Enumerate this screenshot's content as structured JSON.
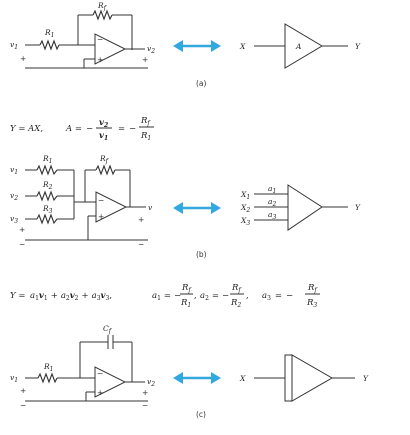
{
  "panel_a": {
    "caption": "(a)",
    "rf": "R",
    "rf_sub": "f",
    "r1": "R",
    "r1_sub": "1",
    "v1": "v",
    "v1_sub": "1",
    "v2": "v",
    "v2_sub": "2",
    "minus": "−",
    "plus": "+",
    "block_in": "X",
    "block_gain": "A",
    "block_out": "Y"
  },
  "eq_a": {
    "lhs": "Y = AX,",
    "a": "A =",
    "eq2": "=",
    "neg": "−",
    "v2": "v",
    "v2_sub": "2",
    "v1": "v",
    "v1_sub": "1",
    "rf": "R",
    "rf_sub": "f",
    "r1": "R",
    "r1_sub": "1"
  },
  "panel_b": {
    "caption": "(b)",
    "rf": "R",
    "rf_sub": "f",
    "r1": "R",
    "r1_sub": "1",
    "r2": "R",
    "r2_sub": "2",
    "r3": "R",
    "r3_sub": "3",
    "v1": "v",
    "v1_sub": "1",
    "v2": "v",
    "v2_sub": "2",
    "v3": "v",
    "v3_sub": "3",
    "vout": "v",
    "minus": "−",
    "plus": "+",
    "x1": "X",
    "x1_sub": "1",
    "x2": "X",
    "x2_sub": "2",
    "x3": "X",
    "x3_sub": "3",
    "a1": "a",
    "a1_sub": "1",
    "a2": "a",
    "a2_sub": "2",
    "a3": "a",
    "a3_sub": "3",
    "block_out": "Y"
  },
  "eq_b": {
    "lhs": "Y =",
    "a": "a",
    "v": "v",
    "s1": "1",
    "s2": "2",
    "s3": "3",
    "plus": "+",
    "comma": ",",
    "eq": "=",
    "neg": "−",
    "rf": "R",
    "rf_sub": "f",
    "r": "R"
  },
  "panel_c": {
    "caption": "(c)",
    "cf": "C",
    "cf_sub": "f",
    "r1": "R",
    "r1_sub": "1",
    "v1": "v",
    "v1_sub": "1",
    "v2": "v",
    "v2_sub": "2",
    "minus": "−",
    "plus": "+",
    "block_in": "X",
    "block_out": "Y"
  }
}
